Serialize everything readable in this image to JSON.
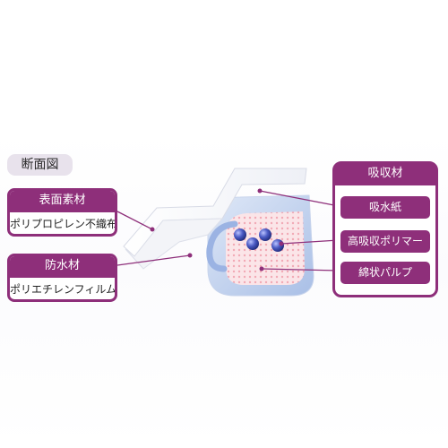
{
  "title": "断面図",
  "left_labels": [
    {
      "heading": "表面素材",
      "material": "ポリプロピレン不織布"
    },
    {
      "heading": "防水材",
      "material": "ポリエチレンフィルム"
    }
  ],
  "absorbent": {
    "heading": "吸収材",
    "items": [
      "吸水紙",
      "高吸収ポリマー",
      "綿状パルプ"
    ]
  },
  "colors": {
    "accent": "#8e2f7a",
    "title_bg": "#e8e2ec",
    "pulp": "#f7cfd6",
    "polymer": "#3a4bb0",
    "film": "#b7c9ea"
  }
}
